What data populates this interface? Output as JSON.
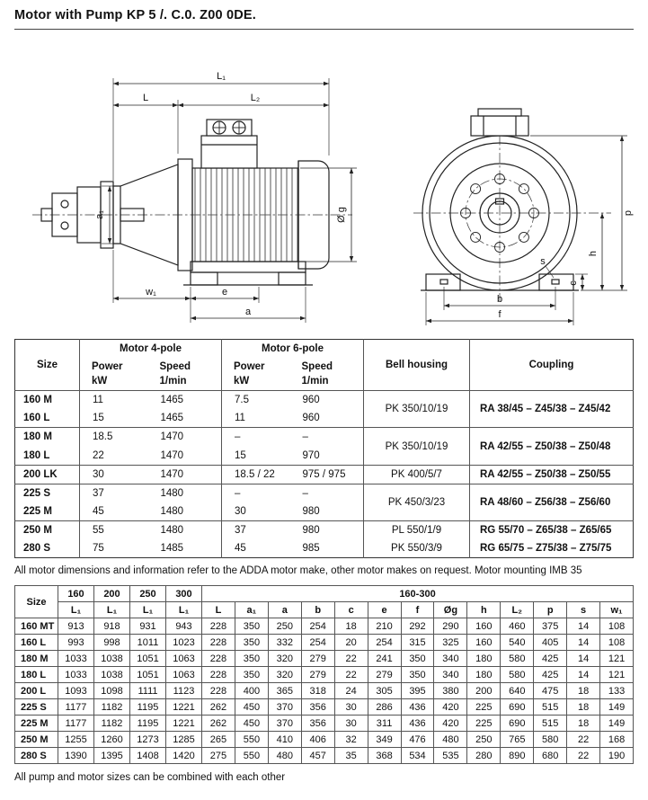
{
  "title": "Motor with Pump KP 5 /. C.0. Z00 0DE.",
  "drawing": {
    "labels": {
      "L1": "L₁",
      "L": "L",
      "L2": "L₂",
      "a1": "a₁",
      "g": "Ø g",
      "p": "p",
      "h": "h",
      "c": "c",
      "s": "s",
      "b": "b",
      "f": "f",
      "w1": "w₁",
      "e": "e",
      "a": "a"
    }
  },
  "table1": {
    "col_size": "Size",
    "col_motor4": "Motor 4-pole",
    "col_motor6": "Motor 6-pole",
    "col_bell": "Bell housing",
    "col_coupling": "Coupling",
    "sub_power": "Power",
    "sub_power_unit": "kW",
    "sub_speed": "Speed",
    "sub_speed_unit": "1/min",
    "groups": [
      {
        "rows": [
          {
            "size": "160 M",
            "p4": "11",
            "s4": "1465",
            "p6": "7.5",
            "s6": "960"
          },
          {
            "size": "160 L",
            "p4": "15",
            "s4": "1465",
            "p6": "11",
            "s6": "960"
          }
        ],
        "bell": [
          "PK 350/10/19"
        ],
        "coupling": [
          "RA 38/45 – Z45/38 – Z45/42"
        ]
      },
      {
        "rows": [
          {
            "size": "180 M",
            "p4": "18.5",
            "s4": "1470",
            "p6": "–",
            "s6": "–"
          },
          {
            "size": "180 L",
            "p4": "22",
            "s4": "1470",
            "p6": "15",
            "s6": "970"
          }
        ],
        "bell": [
          "PK 350/10/19"
        ],
        "coupling": [
          "RA 42/55 – Z50/38 – Z50/48"
        ]
      },
      {
        "rows": [
          {
            "size": "200 LK",
            "p4": "30",
            "s4": "1470",
            "p6": "18.5 / 22",
            "s6": "975 / 975"
          }
        ],
        "bell": [
          "PK 400/5/7"
        ],
        "coupling": [
          "RA 42/55 – Z50/38 – Z50/55"
        ]
      },
      {
        "rows": [
          {
            "size": "225 S",
            "p4": "37",
            "s4": "1480",
            "p6": "–",
            "s6": "–"
          },
          {
            "size": "225 M",
            "p4": "45",
            "s4": "1480",
            "p6": "30",
            "s6": "980"
          }
        ],
        "bell": [
          "PK 450/3/23"
        ],
        "coupling": [
          "RA 48/60 – Z56/38 – Z56/60"
        ]
      },
      {
        "rows": [
          {
            "size": "250 M",
            "p4": "55",
            "s4": "1480",
            "p6": "37",
            "s6": "980"
          },
          {
            "size": "280 S",
            "p4": "75",
            "s4": "1485",
            "p6": "45",
            "s6": "985"
          }
        ],
        "bell": [
          "PL 550/1/9",
          "PK 550/3/9"
        ],
        "coupling": [
          "RG 55/70 – Z65/38 – Z65/65",
          "RG 65/75 – Z75/38 – Z75/75"
        ]
      }
    ]
  },
  "notes": {
    "motor": "All motor dimensions and information refer to the ADDA motor make, other motor makes on request. Motor mounting IMB 35",
    "pump": "All pump and motor sizes can be combined with each other"
  },
  "table2": {
    "col_size": "Size",
    "group_cols": [
      "160",
      "200",
      "250",
      "300"
    ],
    "sub_l1": "L₁",
    "span_header": "160-300",
    "dim_cols": [
      "L",
      "a₁",
      "a",
      "b",
      "c",
      "e",
      "f",
      "Øg",
      "h",
      "L₂",
      "p",
      "s",
      "w₁"
    ],
    "rows": [
      {
        "size": "160 MT",
        "values": [
          "913",
          "918",
          "931",
          "943",
          "228",
          "350",
          "250",
          "254",
          "18",
          "210",
          "292",
          "290",
          "160",
          "460",
          "375",
          "14",
          "108"
        ]
      },
      {
        "size": "160 L",
        "values": [
          "993",
          "998",
          "1011",
          "1023",
          "228",
          "350",
          "332",
          "254",
          "20",
          "254",
          "315",
          "325",
          "160",
          "540",
          "405",
          "14",
          "108"
        ]
      },
      {
        "size": "180 M",
        "values": [
          "1033",
          "1038",
          "1051",
          "1063",
          "228",
          "350",
          "320",
          "279",
          "22",
          "241",
          "350",
          "340",
          "180",
          "580",
          "425",
          "14",
          "121"
        ]
      },
      {
        "size": "180 L",
        "values": [
          "1033",
          "1038",
          "1051",
          "1063",
          "228",
          "350",
          "320",
          "279",
          "22",
          "279",
          "350",
          "340",
          "180",
          "580",
          "425",
          "14",
          "121"
        ]
      },
      {
        "size": "200 L",
        "values": [
          "1093",
          "1098",
          "1111",
          "1123",
          "228",
          "400",
          "365",
          "318",
          "24",
          "305",
          "395",
          "380",
          "200",
          "640",
          "475",
          "18",
          "133"
        ]
      },
      {
        "size": "225 S",
        "values": [
          "1177",
          "1182",
          "1195",
          "1221",
          "262",
          "450",
          "370",
          "356",
          "30",
          "286",
          "436",
          "420",
          "225",
          "690",
          "515",
          "18",
          "149"
        ]
      },
      {
        "size": "225 M",
        "values": [
          "1177",
          "1182",
          "1195",
          "1221",
          "262",
          "450",
          "370",
          "356",
          "30",
          "311",
          "436",
          "420",
          "225",
          "690",
          "515",
          "18",
          "149"
        ]
      },
      {
        "size": "250 M",
        "values": [
          "1255",
          "1260",
          "1273",
          "1285",
          "265",
          "550",
          "410",
          "406",
          "32",
          "349",
          "476",
          "480",
          "250",
          "765",
          "580",
          "22",
          "168"
        ]
      },
      {
        "size": "280 S",
        "values": [
          "1390",
          "1395",
          "1408",
          "1420",
          "275",
          "550",
          "480",
          "457",
          "35",
          "368",
          "534",
          "535",
          "280",
          "890",
          "680",
          "22",
          "190"
        ]
      }
    ]
  }
}
